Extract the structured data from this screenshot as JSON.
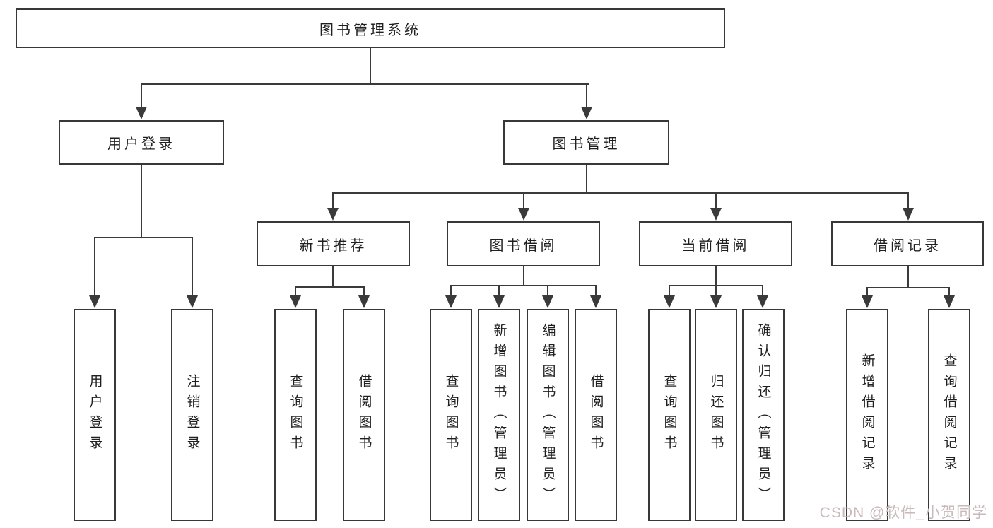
{
  "diagram": {
    "type": "hierarchy-tree",
    "colors": {
      "line": "#3a3a3a",
      "box_border": "#383838",
      "text": "#1f1f1f",
      "background": "#ffffff",
      "watermark": "#c9b9b9"
    },
    "tree": {
      "root": {
        "label": "图书管理系统",
        "children": [
          {
            "label": "用户登录",
            "children": [
              {
                "label": "用户登录"
              },
              {
                "label": "注销登录"
              }
            ]
          },
          {
            "label": "图书管理",
            "children": [
              {
                "label": "新书推荐",
                "children": [
                  {
                    "label": "查询图书"
                  },
                  {
                    "label": "借阅图书"
                  }
                ]
              },
              {
                "label": "图书借阅",
                "children": [
                  {
                    "label": "查询图书"
                  },
                  {
                    "label": "新增图书（管理员）"
                  },
                  {
                    "label": "编辑图书（管理员）"
                  },
                  {
                    "label": "借阅图书"
                  }
                ]
              },
              {
                "label": "当前借阅",
                "children": [
                  {
                    "label": "查询图书"
                  },
                  {
                    "label": "归还图书"
                  },
                  {
                    "label": "确认归还（管理员）"
                  }
                ]
              },
              {
                "label": "借阅记录",
                "children": [
                  {
                    "label": "新增借阅记录"
                  },
                  {
                    "label": "查询借阅记录"
                  }
                ]
              }
            ]
          }
        ]
      }
    },
    "watermark": {
      "text": "CSDN @软件_小贺同学"
    }
  }
}
